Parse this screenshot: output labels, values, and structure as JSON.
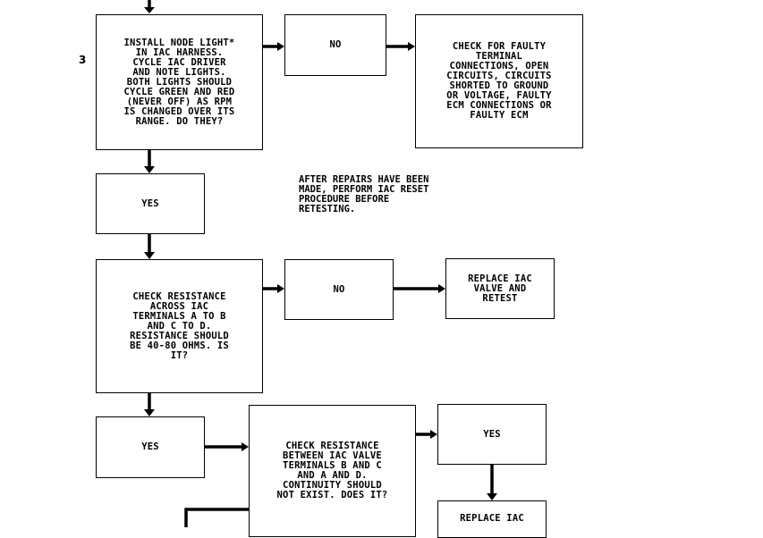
{
  "step_number": "3",
  "boxes": {
    "install_node_light": "INSTALL NODE LIGHT*\nIN IAC HARNESS.\nCYCLE IAC DRIVER\nAND NOTE LIGHTS.\nBOTH LIGHTS SHOULD\nCYCLE GREEN AND RED\n(NEVER OFF) AS RPM\nIS CHANGED OVER ITS\nRANGE. DO THEY?",
    "no_1": "NO",
    "check_faulty": "CHECK FOR FAULTY\nTERMINAL\nCONNECTIONS, OPEN\nCIRCUITS, CIRCUITS\nSHORTED TO GROUND\nOR VOLTAGE, FAULTY\nECM CONNECTIONS OR\nFAULTY ECM",
    "yes_1": "YES",
    "check_resistance_ac_bd": "CHECK RESISTANCE\nACROSS IAC\nTERMINALS A TO B\nAND C TO D.\nRESISTANCE SHOULD\nBE 40-80 OHMS. IS\nIT?",
    "no_2": "NO",
    "replace_iac_retest": "REPLACE IAC\nVALVE AND\nRETEST",
    "yes_2": "YES",
    "check_resistance_bc_ad": "CHECK RESISTANCE\nBETWEEN IAC VALVE\nTERMINALS B AND C\nAND A AND D.\nCONTINUITY SHOULD\nNOT EXIST. DOES IT?",
    "yes_3": "YES",
    "replace_iac_bottom": "REPLACE IAC"
  },
  "note": "AFTER REPAIRS HAVE BEEN\nMADE, PERFORM IAC RESET\nPROCEDURE BEFORE\nRETESTING."
}
